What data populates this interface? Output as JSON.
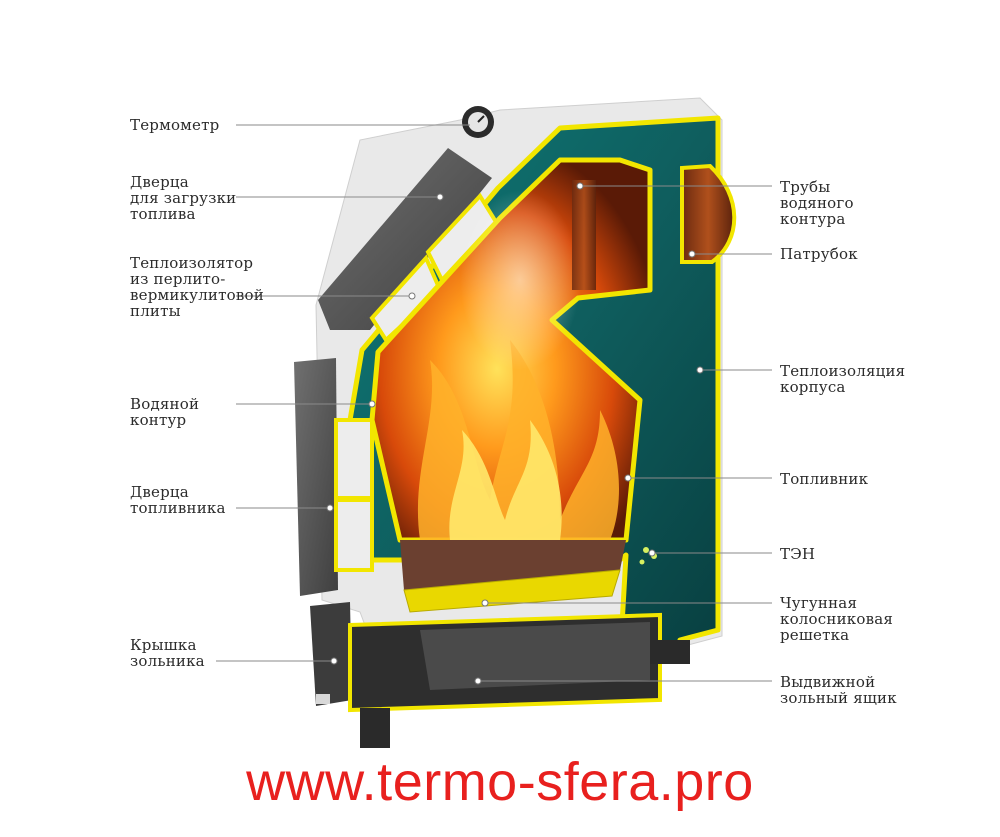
{
  "labels_left": [
    {
      "id": "thermometer",
      "text": "Термометр"
    },
    {
      "id": "loading-door",
      "text": "Дверца\nдля загрузки\nтоплива"
    },
    {
      "id": "heat-insulator",
      "text": "Теплоизолятор\nиз перлито-\nвермикулитовой\nплиты"
    },
    {
      "id": "water-circuit",
      "text": "Водяной\nконтур"
    },
    {
      "id": "firebox-door",
      "text": "Дверца\nтопливника"
    },
    {
      "id": "ash-lid",
      "text": "Крышка\nзольника"
    }
  ],
  "labels_right": [
    {
      "id": "water-pipes",
      "text": "Трубы\nводяного\nконтура"
    },
    {
      "id": "nozzle",
      "text": "Патрубок"
    },
    {
      "id": "body-insulation",
      "text": "Теплоизоляция\nкорпуса"
    },
    {
      "id": "firebox",
      "text": "Топливник"
    },
    {
      "id": "heating-element",
      "text": "ТЭН"
    },
    {
      "id": "grate",
      "text": "Чугунная\nколосниковая\nрешетка"
    },
    {
      "id": "ash-drawer",
      "text": "Выдвижной\nзольный ящик"
    }
  ],
  "footer": {
    "url": "www.termo-sfera.pro"
  },
  "colors": {
    "outline": "#f2e600",
    "steel": "#5b5b5b",
    "water": "#0f6a6a",
    "fire": "#ff7a10",
    "url": "#e8201e"
  }
}
